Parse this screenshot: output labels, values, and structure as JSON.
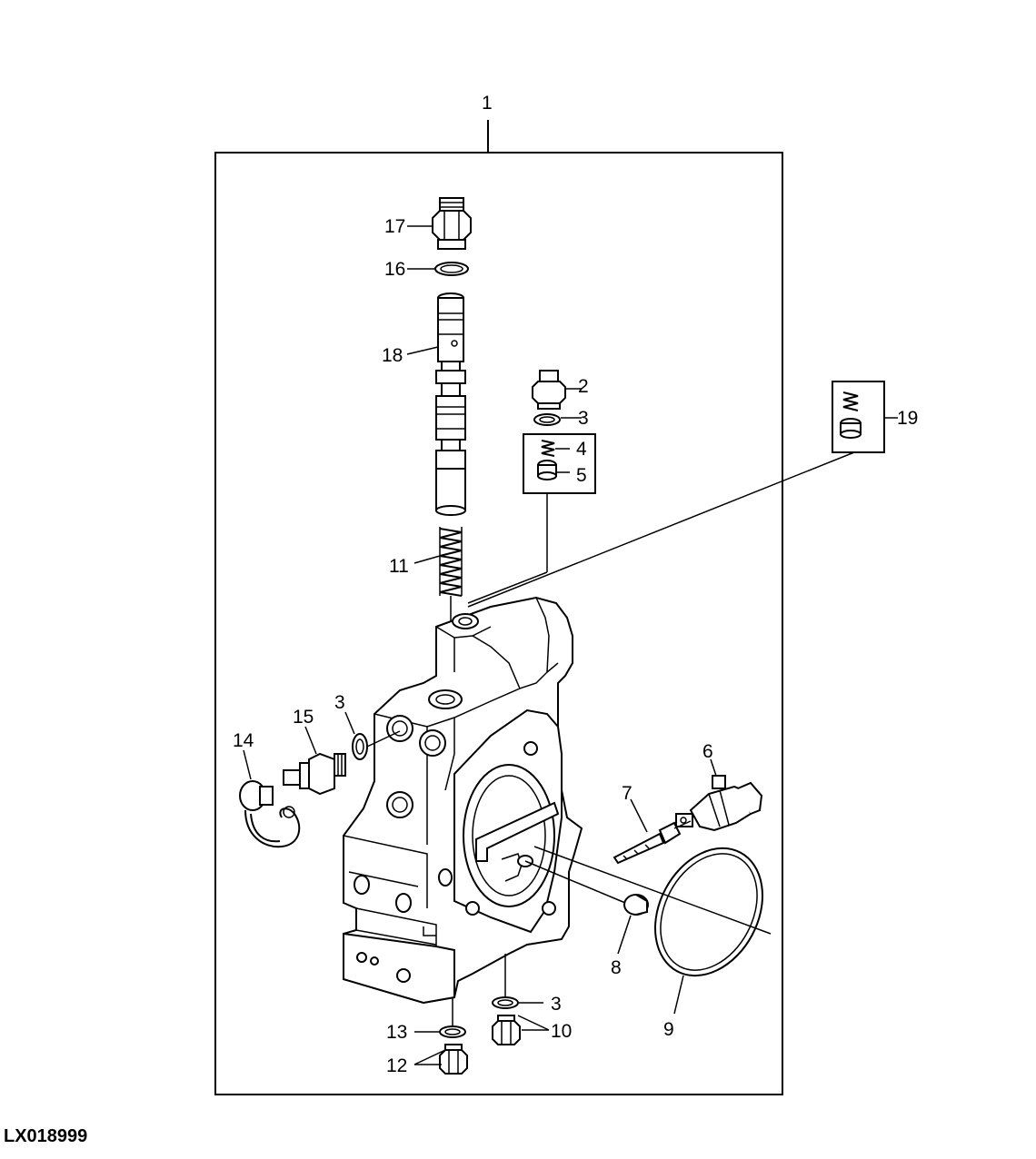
{
  "figure_ref": "LX018999",
  "callouts": {
    "c1": "1",
    "c2": "2",
    "c3a": "3",
    "c3b": "3",
    "c3c": "3",
    "c4": "4",
    "c5": "5",
    "c6": "6",
    "c7": "7",
    "c8": "8",
    "c9": "9",
    "c10": "10",
    "c11": "11",
    "c12": "12",
    "c13": "13",
    "c14": "14",
    "c15": "15",
    "c16": "16",
    "c17": "17",
    "c18": "18",
    "c19": "19"
  }
}
